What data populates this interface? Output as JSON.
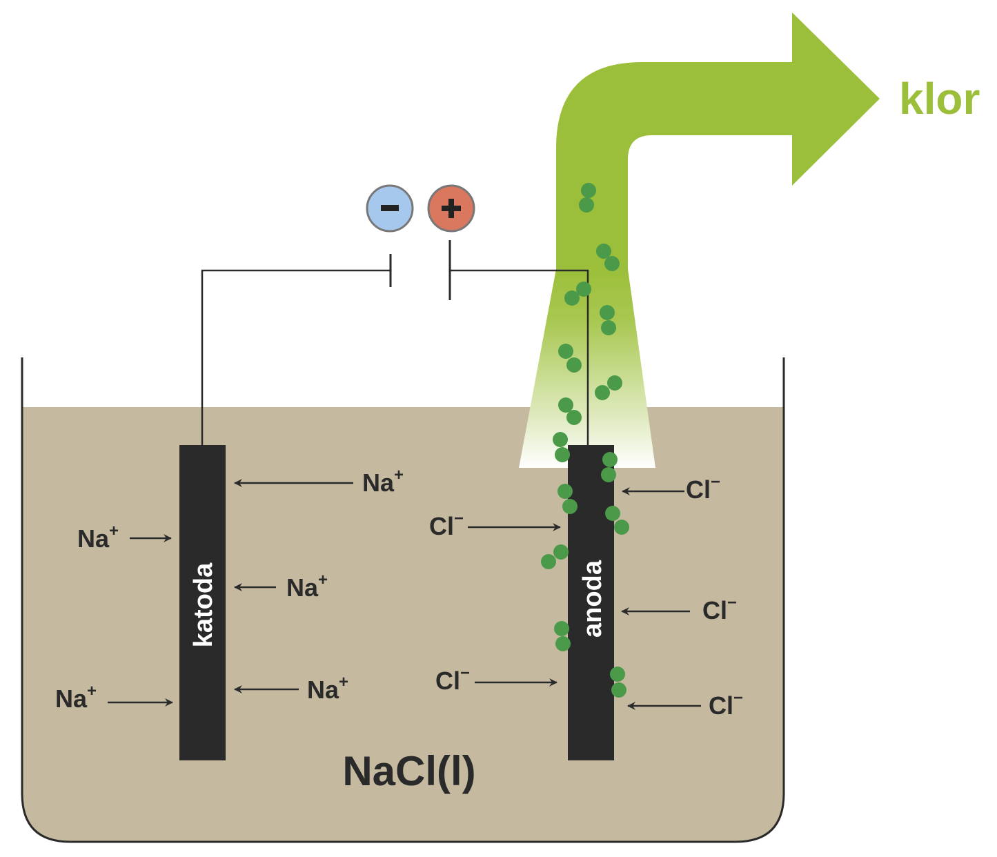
{
  "product_label": "klor",
  "electrolyte_label": "NaCl(l)",
  "cathode_label": "katoda",
  "anode_label": "anoda",
  "battery": {
    "negative_sign": "−",
    "positive_sign": "+"
  },
  "ions": {
    "sodium": {
      "symbol": "Na",
      "charge": "+"
    },
    "chloride": {
      "symbol": "Cl",
      "charge": "−"
    }
  },
  "colors": {
    "electrolyte": "#c5baa0",
    "electrode": "#2a2a2a",
    "gas_arrow": "#9cbf3b",
    "bubble": "#4a9a4a",
    "negative_terminal": "#a6c8ec",
    "positive_terminal": "#d9775f"
  }
}
